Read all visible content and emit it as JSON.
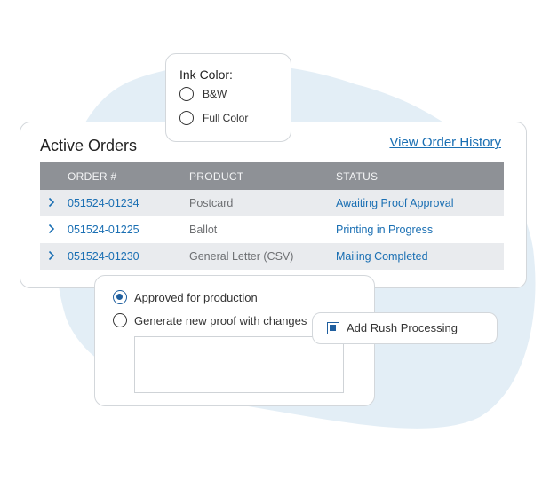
{
  "colors": {
    "accent": "#1a6fb3",
    "header_bg": "#8e9196",
    "row_shade": "#e9ebee",
    "blob": "#e3eef6"
  },
  "ink_color": {
    "title": "Ink Color:",
    "options": [
      {
        "label": "B&W",
        "selected": false
      },
      {
        "label": "Full Color",
        "selected": false
      }
    ]
  },
  "orders": {
    "title": "Active Orders",
    "history_link": "View Order History",
    "columns": [
      "ORDER #",
      "PRODUCT",
      "STATUS"
    ],
    "rows": [
      {
        "chevron": "chevron-right-icon",
        "order": "051524-01234",
        "product": "Postcard",
        "status": "Awaiting Proof Approval"
      },
      {
        "chevron": "chevron-right-icon",
        "order": "051524-01225",
        "product": "Ballot",
        "status": "Printing in Progress"
      },
      {
        "chevron": "chevron-right-icon",
        "order": "051524-01230",
        "product": "General Letter (CSV)",
        "status": "Mailing Completed"
      }
    ]
  },
  "approval": {
    "options": [
      {
        "label": "Approved for production",
        "selected": true
      },
      {
        "label": "Generate new proof with changes",
        "selected": false
      }
    ],
    "notes_value": ""
  },
  "rush": {
    "label": "Add Rush Processing",
    "checked": true
  }
}
